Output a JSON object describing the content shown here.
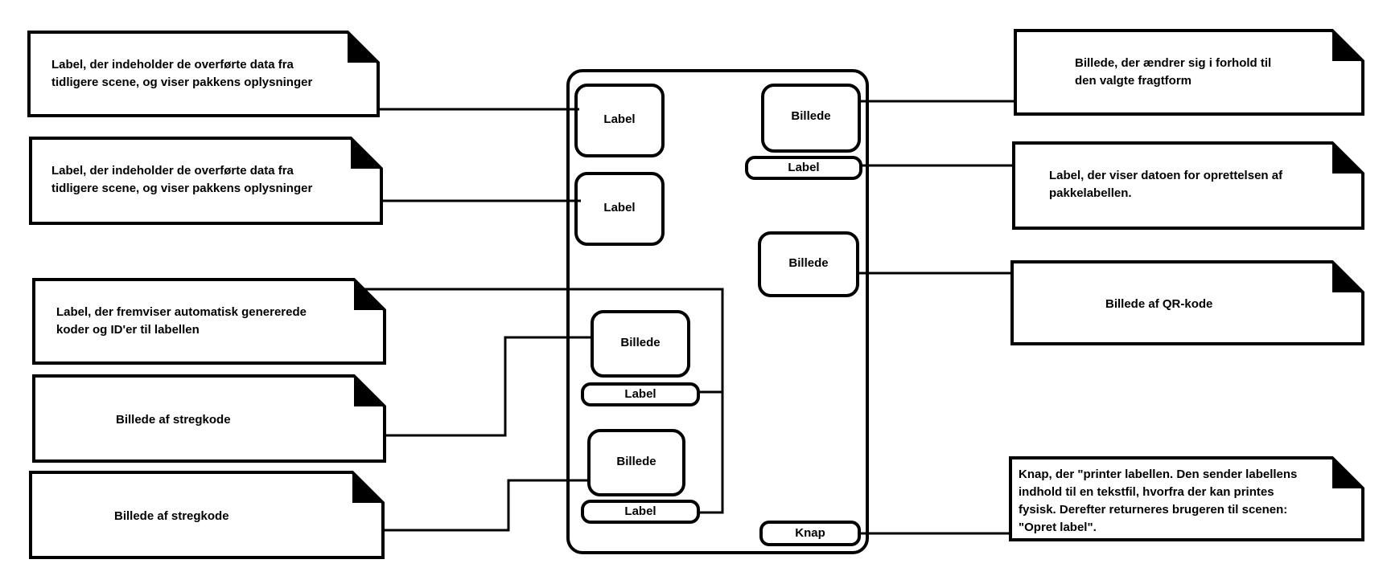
{
  "colors": {
    "stroke": "#000000",
    "background": "#ffffff"
  },
  "left_notes": [
    {
      "text": "Label, der indeholder de overførte data fra\ntidligere scene, og viser pakkens oplysninger"
    },
    {
      "text": "Label, der indeholder de overførte data fra\ntidligere scene, og viser pakkens oplysninger"
    },
    {
      "text": "Label, der fremviser automatisk genererede\nkoder og ID'er til labellen"
    },
    {
      "text": "Billede af stregkode"
    },
    {
      "text": "Billede af stregkode"
    }
  ],
  "right_notes": [
    {
      "text": "Billede, der ændrer sig i forhold til\nden valgte fragtform"
    },
    {
      "text": "Label, der viser datoen for oprettelsen af\npakkelabellen."
    },
    {
      "text": "Billede af QR-kode"
    },
    {
      "text": "Knap, der \"printer labellen. Den sender labellens\nindhold til en tekstfil, hvorfra der kan printes\nfysisk. Derefter returneres brugeren til scenen:\n\"Opret label\"."
    }
  ],
  "components": [
    {
      "text": "Label"
    },
    {
      "text": "Label"
    },
    {
      "text": "Billede"
    },
    {
      "text": "Label"
    },
    {
      "text": "Billede"
    },
    {
      "text": "Billede"
    },
    {
      "text": "Label"
    },
    {
      "text": "Billede"
    },
    {
      "text": "Label"
    },
    {
      "text": "Knap"
    }
  ]
}
